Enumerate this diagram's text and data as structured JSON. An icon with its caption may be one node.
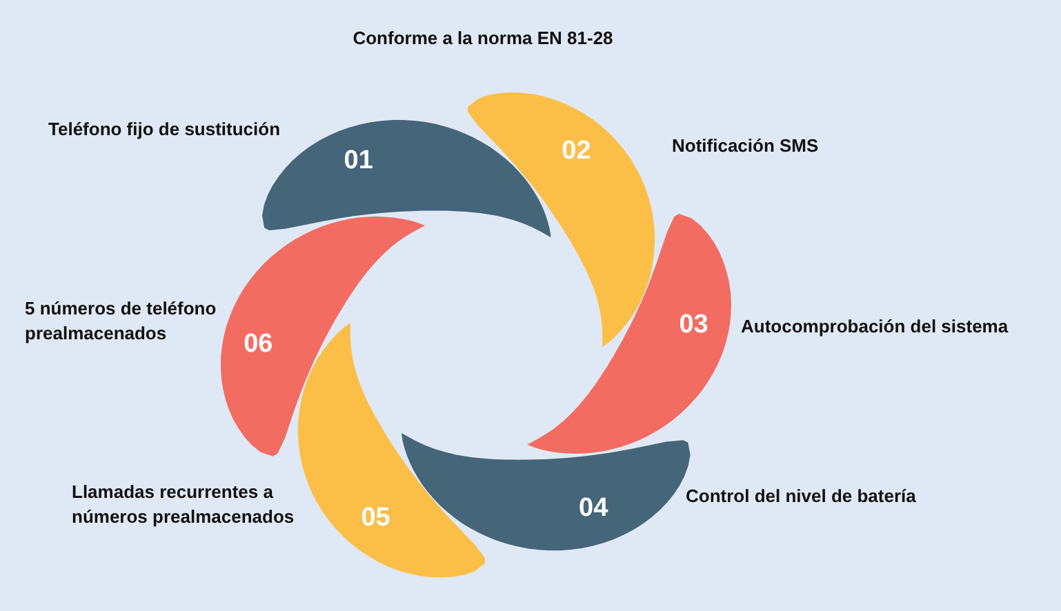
{
  "diagram": {
    "title": "Conforme a la norma EN 81-28",
    "nodes": [
      {
        "text": [
          "01"
        ],
        "beside": [
          "Teléfono fijo de sustitución"
        ]
      },
      {
        "text": [
          "02"
        ],
        "beside": [
          "Notificación SMS"
        ]
      },
      {
        "text": [
          "03"
        ],
        "beside": [
          "Autocomprobación del sistema"
        ]
      },
      {
        "text": [
          "04"
        ],
        "beside": [
          "Control del nivel de batería"
        ]
      },
      {
        "text": [
          "05"
        ],
        "beside": [
          "Llamadas recurrentes a números prealmacenados"
        ]
      },
      {
        "text": [
          "06"
        ],
        "beside": [
          "5 números de teléfono prealmacenados"
        ]
      }
    ]
  }
}
